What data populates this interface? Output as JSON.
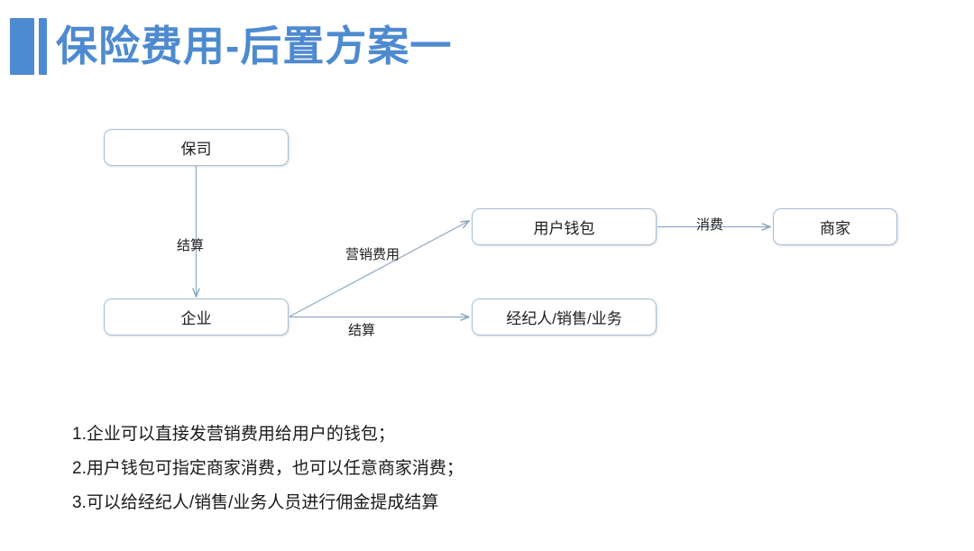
{
  "title": {
    "text": "保险费用-后置方案一",
    "accent_color": "#4e8ad0"
  },
  "diagram": {
    "nodes": [
      {
        "id": "insurer",
        "label": "保司"
      },
      {
        "id": "company",
        "label": "企业"
      },
      {
        "id": "wallet",
        "label": "用户钱包"
      },
      {
        "id": "agent",
        "label": "经纪人/销售/业务"
      },
      {
        "id": "merchant",
        "label": "商家"
      }
    ],
    "edges": [
      {
        "id": "insurer-to-company",
        "from": "保司",
        "to": "企业",
        "label": "结算"
      },
      {
        "id": "company-to-wallet",
        "from": "企业",
        "to": "用户钱包",
        "label": "营销费用"
      },
      {
        "id": "company-to-agent",
        "from": "企业",
        "to": "经纪人/销售/业务",
        "label": "结算"
      },
      {
        "id": "wallet-to-merchant",
        "from": "用户钱包",
        "to": "商家",
        "label": "消费"
      }
    ],
    "line_color": "#8fa9c4",
    "box_border_color": "#a3bcd5"
  },
  "notes": [
    "1.企业可以直接发营销费用给用户的钱包；",
    "2.用户钱包可指定商家消费，也可以任意商家消费；",
    "3.可以给经纪人/销售/业务人员进行佣金提成结算"
  ]
}
